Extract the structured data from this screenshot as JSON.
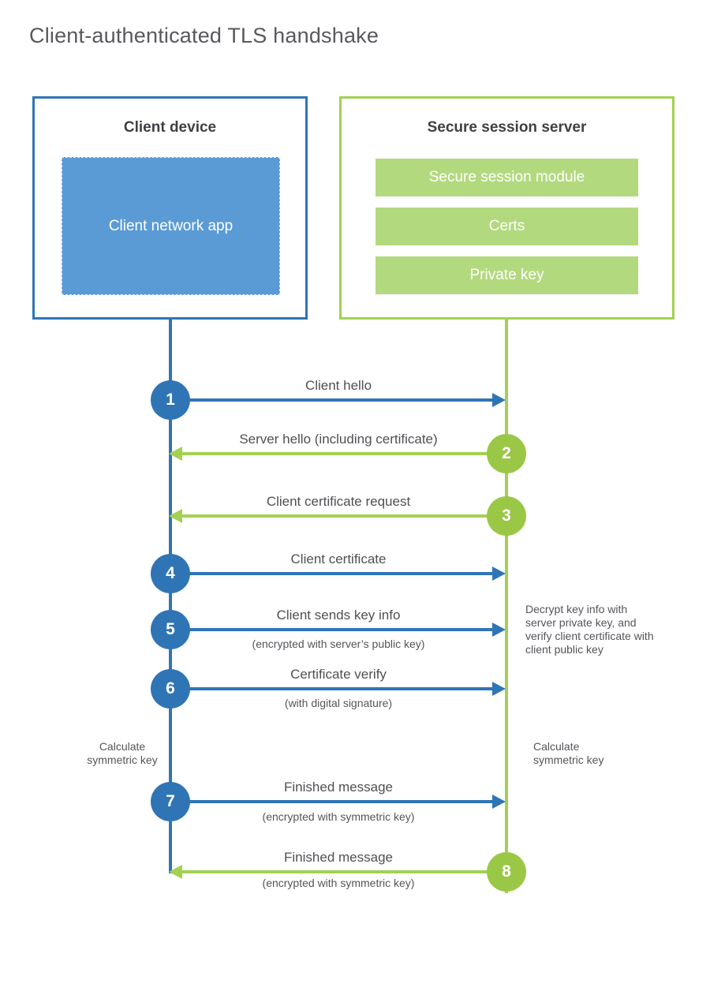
{
  "title": "Client-authenticated TLS handshake",
  "colors": {
    "client_blue": "#2f75b6",
    "client_app_blue": "#5b9bd5",
    "server_green_line": "#a3d053",
    "server_green_circle": "#9ac846",
    "server_green_bar": "#b3d97e",
    "text_dark": "#3f4044",
    "text_gray": "#54555a"
  },
  "client": {
    "heading": "Client device",
    "app_label": "Client network app"
  },
  "server": {
    "heading": "Secure session server",
    "modules": [
      "Secure session module",
      "Certs",
      "Private key"
    ]
  },
  "messages": [
    {
      "number": "1",
      "label": "Client hello",
      "sublabel": "",
      "from": "client",
      "to": "server"
    },
    {
      "number": "2",
      "label": "Server hello (including certificate)",
      "sublabel": "",
      "from": "server",
      "to": "client"
    },
    {
      "number": "3",
      "label": "Client certificate request",
      "sublabel": "",
      "from": "server",
      "to": "client"
    },
    {
      "number": "4",
      "label": "Client certificate",
      "sublabel": "",
      "from": "client",
      "to": "server"
    },
    {
      "number": "5",
      "label": "Client sends key info",
      "sublabel": "(encrypted with server’s public key)",
      "from": "client",
      "to": "server"
    },
    {
      "number": "6",
      "label": "Certificate verify",
      "sublabel": "(with digital signature)",
      "from": "client",
      "to": "server"
    },
    {
      "number": "7",
      "label": "Finished message",
      "sublabel": "(encrypted with symmetric key)",
      "from": "client",
      "to": "server"
    },
    {
      "number": "8",
      "label": "Finished message",
      "sublabel": "(encrypted with symmetric key)",
      "from": "server",
      "to": "client"
    }
  ],
  "notes": {
    "decrypt": "Decrypt key info with server private key, and verify client certificate with client public key",
    "calc_left": "Calculate symmetric key",
    "calc_right": "Calculate symmetric key"
  }
}
